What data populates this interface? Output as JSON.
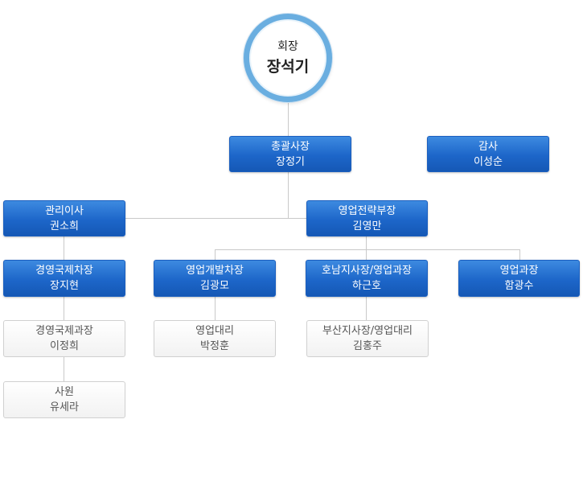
{
  "chairman": {
    "title": "회장",
    "name": "장석기"
  },
  "general_president": {
    "title": "총괄사장",
    "name": "장정기"
  },
  "auditor": {
    "title": "감사",
    "name": "이성순"
  },
  "managing_director": {
    "title": "관리이사",
    "name": "권소희"
  },
  "sales_strategy_head": {
    "title": "영업전략부장",
    "name": "김영만"
  },
  "intl_deputy": {
    "title": "경영국제차장",
    "name": "장지현"
  },
  "intl_manager": {
    "title": "경영국제과장",
    "name": "이정희"
  },
  "staff": {
    "title": "사원",
    "name": "유세라"
  },
  "dev_deputy": {
    "title": "영업개발차장",
    "name": "김광모"
  },
  "sales_assistant": {
    "title": "영업대리",
    "name": "박정훈"
  },
  "honam_president": {
    "title": "호남지사장/영업과장",
    "name": "하근호"
  },
  "busan_president": {
    "title": "부산지사장/영업대리",
    "name": "김홍주"
  },
  "sales_manager": {
    "title": "영업과장",
    "name": "함광수"
  }
}
